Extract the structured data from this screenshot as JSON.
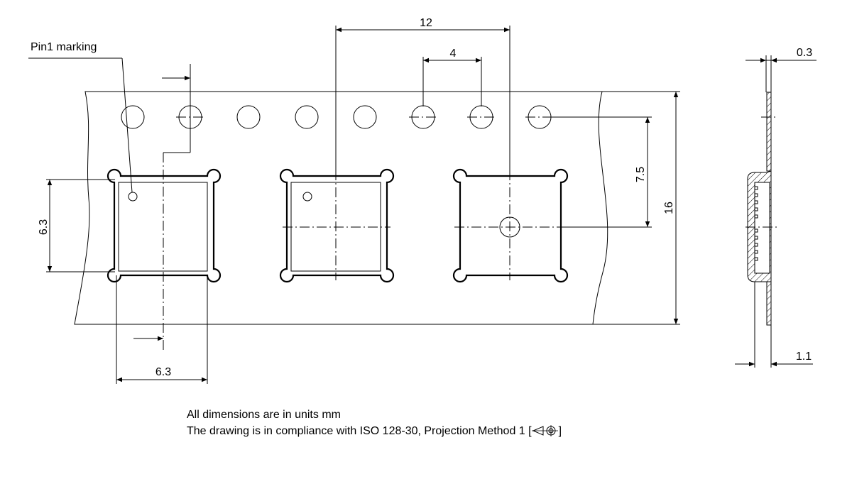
{
  "labels": {
    "pin1": "Pin1 marking",
    "dim_pitch": "12",
    "dim_hole_pitch": "4",
    "dim_pocket_height": "6.3",
    "dim_pocket_width": "6.3",
    "dim_hole_to_center": "7.5",
    "dim_tape_width": "16",
    "dim_tape_thickness": "0.3",
    "dim_pocket_depth": "1.1"
  },
  "notes": {
    "units": "All dimensions are in units mm",
    "compliance": "The drawing is in compliance with ISO 128-30, Projection Method 1 [",
    "compliance_end": "]"
  },
  "colors": {
    "line": "#000000",
    "background": "#ffffff"
  }
}
